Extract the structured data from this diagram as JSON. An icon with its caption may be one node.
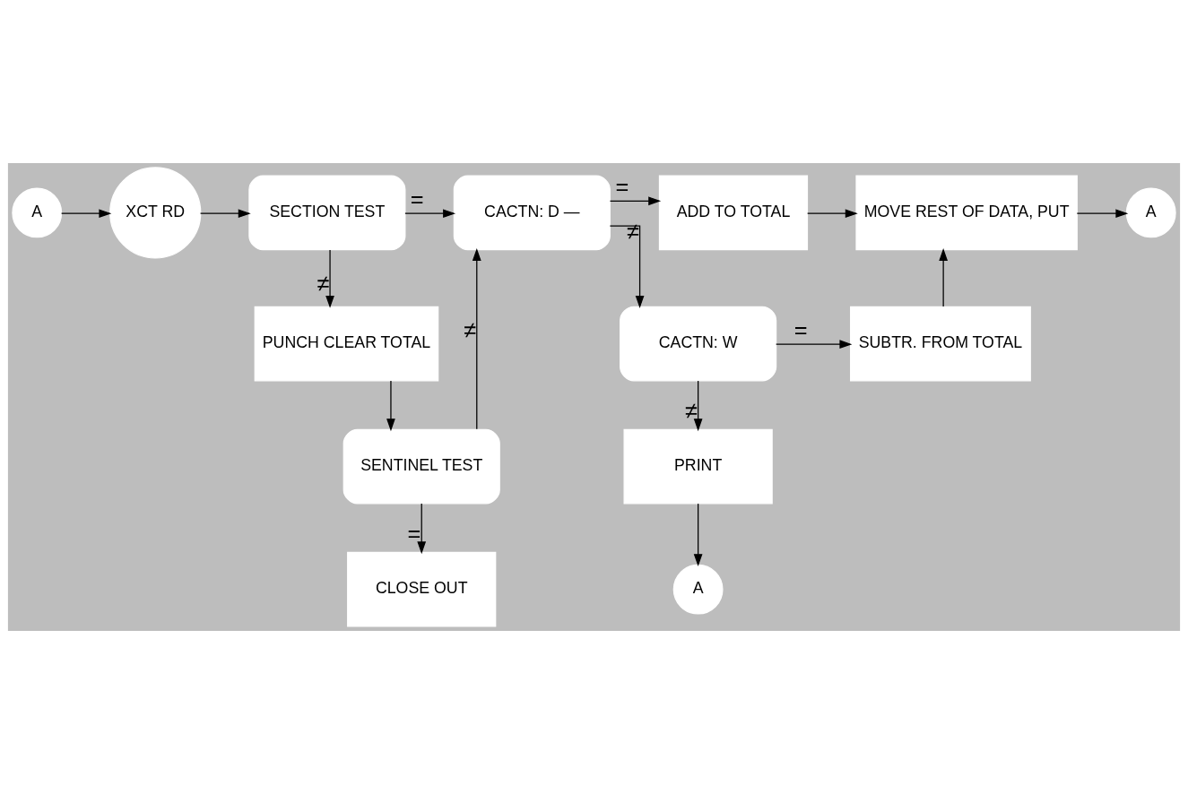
{
  "diagram": {
    "nodes": [
      {
        "text": [
          "A"
        ]
      },
      {
        "text": [
          "XCT RD"
        ]
      },
      {
        "text": [
          "SECTION TEST"
        ]
      },
      {
        "text": [
          "PUNCH CLEAR TOTAL"
        ]
      },
      {
        "text": [
          "SENTINEL TEST"
        ]
      },
      {
        "text": [
          "CLOSE OUT"
        ]
      },
      {
        "text": [
          "CACTN: D —"
        ]
      },
      {
        "text": [
          "ADD TO TOTAL"
        ]
      },
      {
        "text": [
          "CACTN: W"
        ]
      },
      {
        "text": [
          "SUBTR. FROM TOTAL"
        ]
      },
      {
        "text": [
          "PRINT"
        ]
      },
      {
        "text": [
          "A"
        ]
      },
      {
        "text": [
          "MOVE REST OF DATA, PUT"
        ]
      },
      {
        "text": [
          "A"
        ]
      }
    ],
    "edges": [
      {
        "from": 0,
        "to": 1,
        "arrow": "to"
      },
      {
        "from": 1,
        "to": 2,
        "arrow": "to"
      },
      {
        "from": 2,
        "to": 6,
        "arrow": "to",
        "label": "="
      },
      {
        "from": 2,
        "to": 3,
        "arrow": "to",
        "label": "≠"
      },
      {
        "from": 3,
        "to": 4,
        "arrow": "to"
      },
      {
        "from": 4,
        "to": 6,
        "arrow": "to",
        "label": "≠"
      },
      {
        "from": 4,
        "to": 5,
        "arrow": "to",
        "label": "="
      },
      {
        "from": 6,
        "to": 7,
        "arrow": "to",
        "label": "="
      },
      {
        "from": 6,
        "to": 8,
        "arrow": "to",
        "label": "≠"
      },
      {
        "from": 8,
        "to": 9,
        "arrow": "to",
        "label": "="
      },
      {
        "from": 8,
        "to": 10,
        "arrow": "to",
        "label": "≠"
      },
      {
        "from": 10,
        "to": 11,
        "arrow": "to"
      },
      {
        "from": 7,
        "to": 12,
        "arrow": "to"
      },
      {
        "from": 9,
        "to": 12,
        "arrow": "to"
      },
      {
        "from": 12,
        "to": 13,
        "arrow": "to"
      }
    ]
  }
}
